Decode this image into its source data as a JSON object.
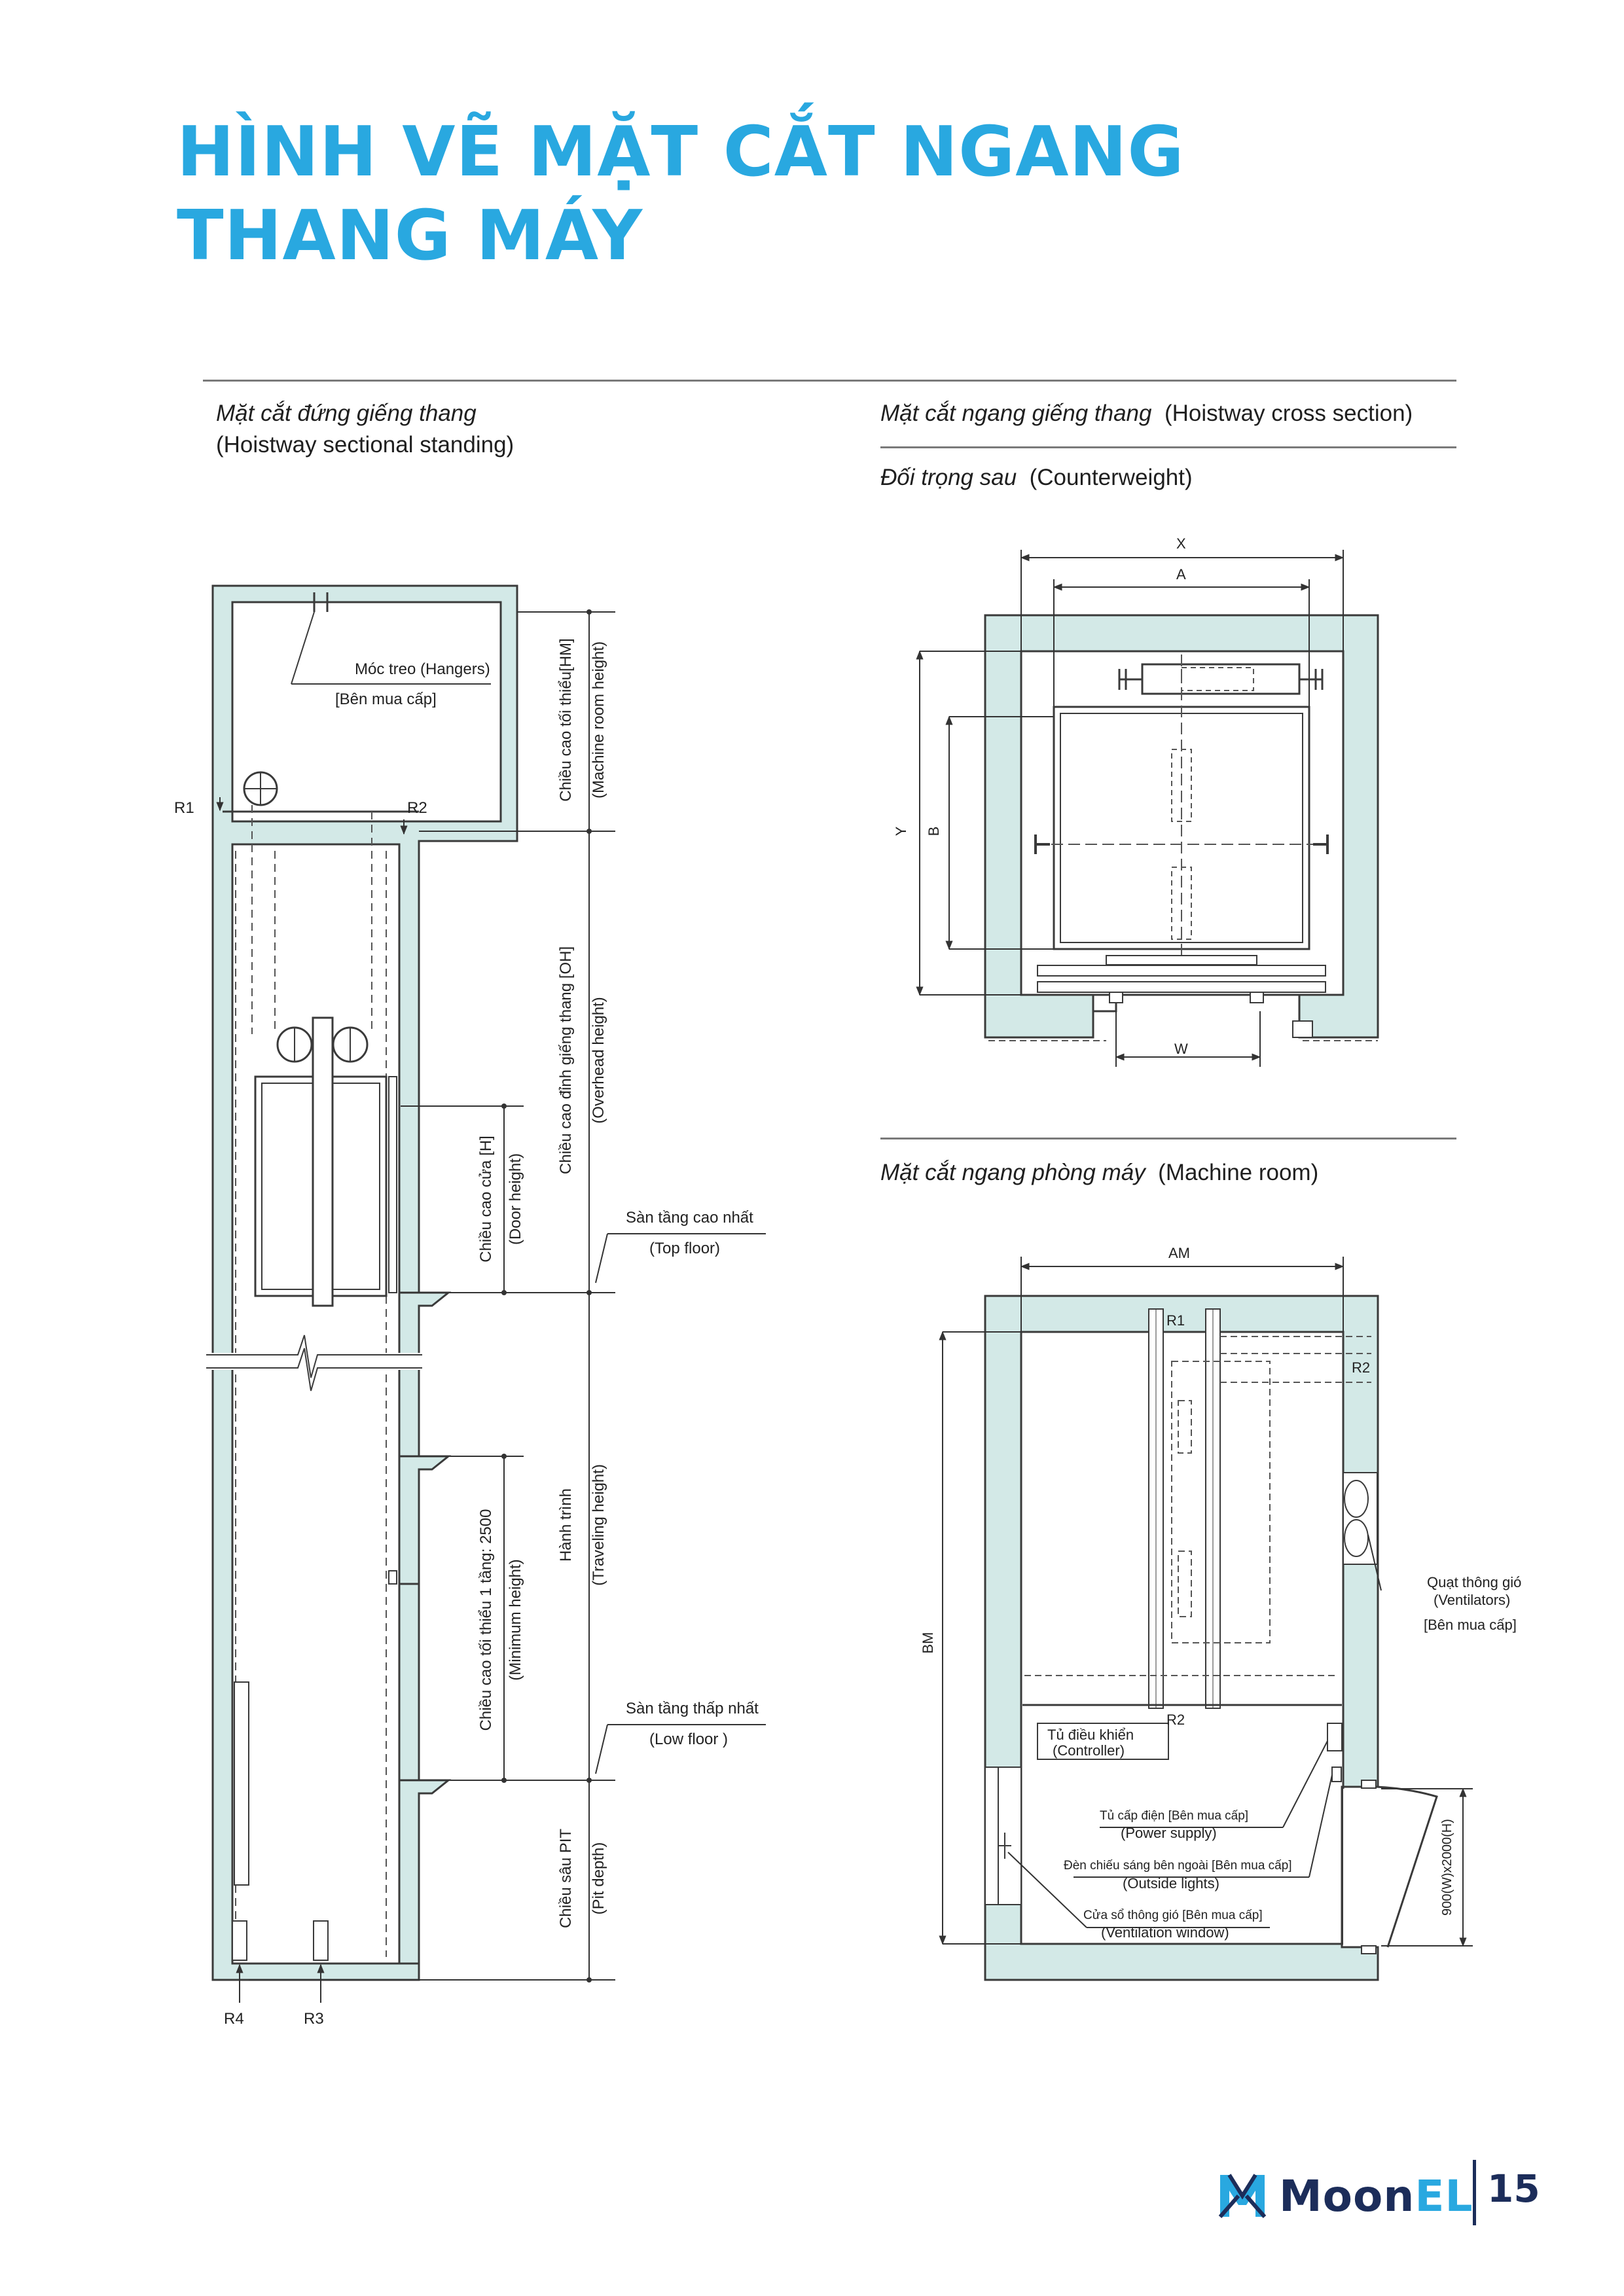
{
  "page": {
    "title_line1": "HÌNH VẼ MẶT CẮT NGANG",
    "title_line2": "THANG MÁY",
    "page_number": "15"
  },
  "brand": {
    "name_a": "Moon",
    "name_b": "EL"
  },
  "sections": {
    "left_vi": "Mặt cắt đứng giếng thang",
    "left_en": "(Hoistway sectional standing)",
    "right_top_vi": "Mặt cắt ngang giếng thang",
    "right_top_en": "(Hoistway cross section)",
    "right_sub_vi": "Đối trọng sau",
    "right_sub_en": "(Counterweight)",
    "right_bottom_vi": "Mặt cắt ngang phòng máy",
    "right_bottom_en": "(Machine room)"
  },
  "hoistway_labels": {
    "hangers": "Móc treo (Hangers)",
    "buyer": "[Bên mua cấp]",
    "r1": "R1",
    "r2": "R2",
    "r3": "R3",
    "r4": "R4",
    "hm_vi": "Chiều cao tối thiểu[HM]",
    "hm_en": "(Machine room height)",
    "oh_vi": "Chiều cao đỉnh giếng thang [OH]",
    "oh_en": "(Overhead height)",
    "door_vi": "Chiều cao cửa [H]",
    "door_en": "(Door height)",
    "travel_vi": "Hành trình",
    "travel_en": "(Traveling height)",
    "min_vi": "Chiều cao tối thiểu 1 tầng: 2500",
    "min_en": "(Minimum height)",
    "pit_vi": "Chiều sâu PIT",
    "pit_en": "(Pit depth)",
    "top_floor_vi": "Sàn tầng cao nhất",
    "top_floor_en": "(Top floor)",
    "low_floor_vi": "Sàn tầng thấp nhất",
    "low_floor_en": "(Low floor )"
  },
  "cross_labels": {
    "x": "X",
    "a": "A",
    "y": "Y",
    "b": "B",
    "w": "W"
  },
  "machine_labels": {
    "am": "AM",
    "bm": "BM",
    "r1": "R1",
    "r2a": "R2",
    "r2b": "R2",
    "fans_vi": "Quạt thông gió",
    "fans_en": "(Ventilators)",
    "fans_buyer": "[Bên mua cấp]",
    "controller_vi": "Tủ điều khiển",
    "controller_en": "(Controller)",
    "power_vi": "Tủ cấp điện [Bên mua cấp]",
    "power_en": "(Power supply)",
    "lights_vi": "Đèn chiếu sáng bên ngoài [Bên mua cấp]",
    "lights_en": "(Outside lights)",
    "window_vi": "Cửa sổ thông gió [Bên mua cấp]",
    "window_en": "(Ventilation window)",
    "door_size": "900(W)x2000(H)"
  },
  "colors": {
    "wall_fill": "#d3e9e7",
    "line": "#3a3a3a",
    "title": "#29a8e0",
    "brand": "#1c2d5a"
  }
}
